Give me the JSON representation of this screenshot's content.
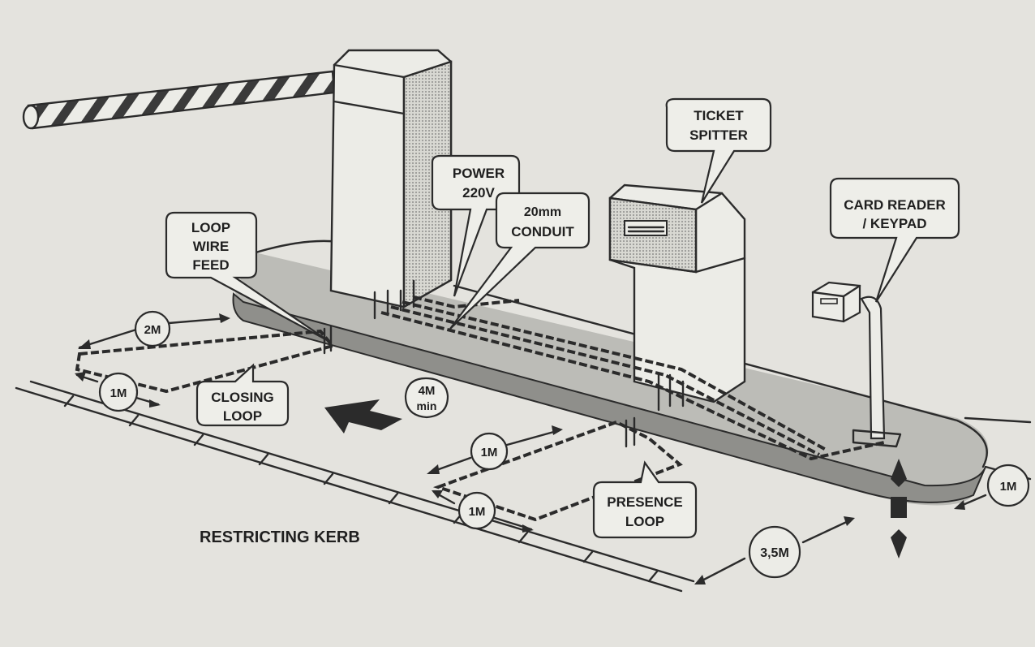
{
  "labels": {
    "ticket_spitter_1": "TICKET",
    "ticket_spitter_2": "SPITTER",
    "power_1": "POWER",
    "power_2": "220V",
    "conduit_1": "20mm",
    "conduit_2": "CONDUIT",
    "loop_feed_1": "LOOP",
    "loop_feed_2": "WIRE",
    "loop_feed_3": "FEED",
    "card_reader_1": "CARD READER",
    "card_reader_2": "/ KEYPAD",
    "closing_loop_1": "CLOSING",
    "closing_loop_2": "LOOP",
    "presence_loop_1": "PRESENCE",
    "presence_loop_2": "LOOP",
    "restricting_kerb": "RESTRICTING KERB",
    "min_distance_1": "4M",
    "min_distance_2": "min"
  },
  "dimensions": {
    "closing_loop_length": "2M",
    "closing_loop_width": "1M",
    "presence_loop_length": "1M",
    "presence_loop_width": "1M",
    "island_length": "3,5M",
    "island_end": "1M"
  },
  "colors": {
    "paper": "#e4e3de",
    "ink": "#2b2b2b",
    "shade": "#9a9a96"
  }
}
